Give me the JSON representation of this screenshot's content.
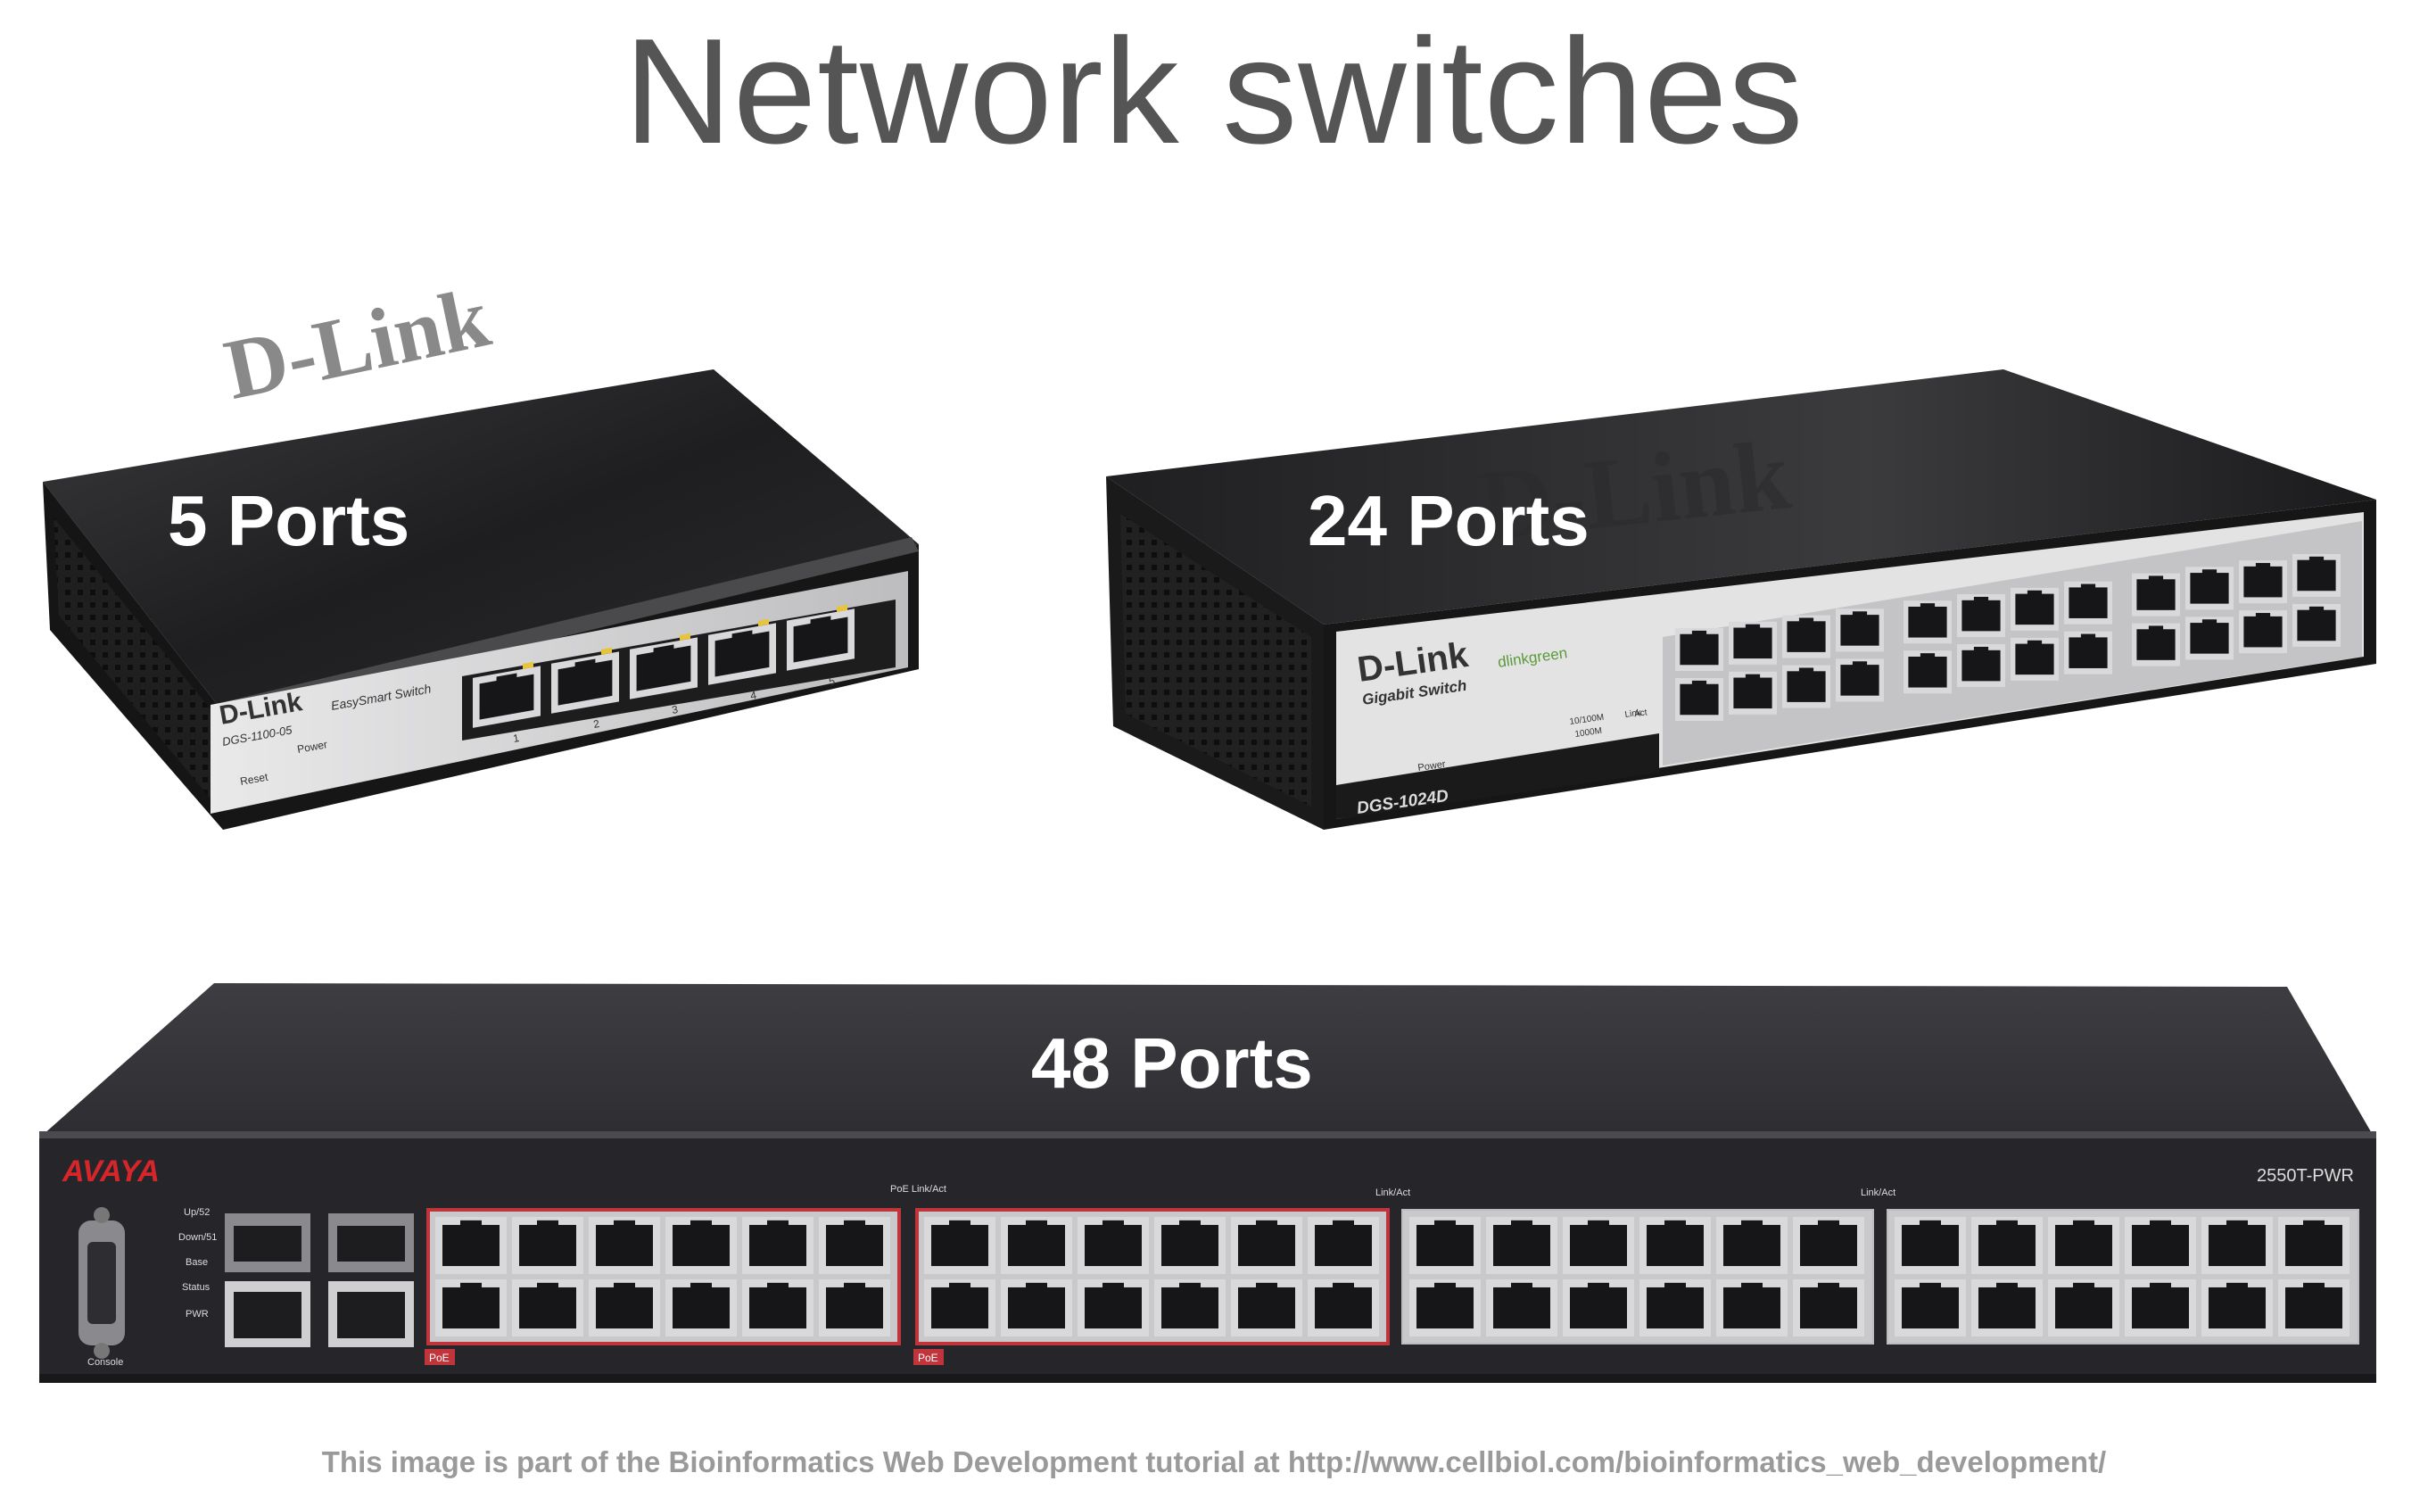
{
  "slide": {
    "title": "Network switches",
    "caption": "This image is part of the Bioinformatics Web Development tutorial at http://www.cellbiol.com/bioinformatics_web_development/"
  },
  "switches": [
    {
      "label": "5 Ports",
      "brand": "D-Link",
      "series": "EasySmart Switch",
      "model": "DGS-1100-05",
      "led_labels": [
        "Power",
        "Reset"
      ],
      "port_numbers": [
        "1",
        "2",
        "3",
        "4",
        "5"
      ],
      "port_count": 5
    },
    {
      "label": "24 Ports",
      "brand": "D-Link",
      "eco_logo": "dlinkgreen",
      "series": "Gigabit Switch",
      "model": "DGS-1024D",
      "led_labels": [
        "Power",
        "10/100M",
        "1000M",
        "Link",
        "Act"
      ],
      "port_count": 24
    },
    {
      "label": "48 Ports",
      "brand": "AVAYA",
      "model": "2550T-PWR",
      "side_labels": [
        "Up/52",
        "Down/51",
        "Base",
        "Status",
        "PWR",
        "Console"
      ],
      "poe_badge": "PoE",
      "poe_header": "PoE Link/Act",
      "link_header": "Link/Act",
      "port_count": 48
    }
  ],
  "colors": {
    "title": "#555555",
    "caption": "#9a9a9a",
    "poe_outline": "#c0343b",
    "avaya_red": "#d7262b",
    "chassis_dark": "#2a2a2c"
  }
}
